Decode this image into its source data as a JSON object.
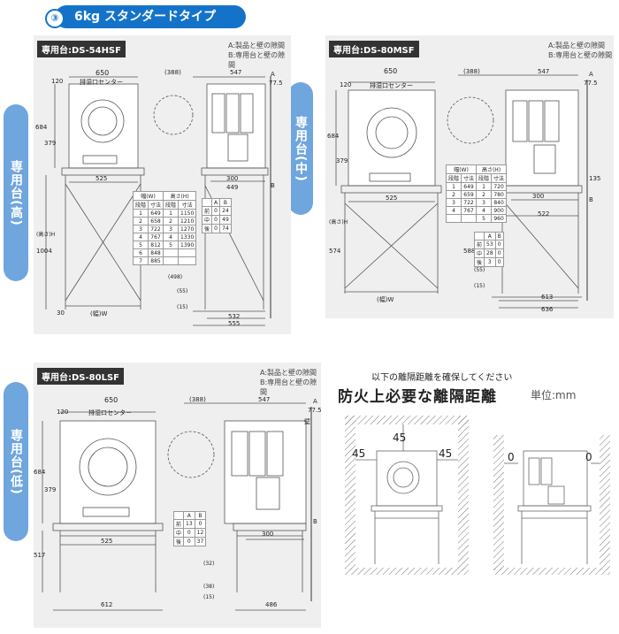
{
  "header": {
    "number": "③",
    "title": "6kg スタンダードタイプ"
  },
  "notes": [
    "A:製品と壁の隙間",
    "B:専用台と壁の隙間"
  ],
  "common": {
    "exhaust_label": "排湿口センター",
    "wall_label": "壁",
    "label_A": "A",
    "label_B": "B",
    "label_H": "(高さ)H",
    "label_W": "(幅)W",
    "dims": {
      "w650": "650",
      "d388": "(388)",
      "d547": "547",
      "d120": "120",
      "d77_5": "77.5",
      "d684": "684",
      "d379": "379",
      "d525": "525",
      "d300": "300",
      "d30": "30"
    }
  },
  "panel1": {
    "model": "専用台:DS-54HSF",
    "side": "専用台(高)",
    "dims": {
      "d1004": "1004",
      "d449": "449",
      "d498": "(498)",
      "d55": "(55)",
      "d15": "(15)",
      "d532": "532",
      "d555": "555"
    },
    "size_table": {
      "headers": [
        "幅(W)",
        "高さ(H)"
      ],
      "sub_headers": [
        "段階",
        "寸法",
        "段階",
        "寸法"
      ],
      "rows": [
        [
          "1",
          "649",
          "1",
          "1150"
        ],
        [
          "2",
          "658",
          "2",
          "1210"
        ],
        [
          "3",
          "722",
          "3",
          "1270"
        ],
        [
          "4",
          "767",
          "4",
          "1330"
        ],
        [
          "5",
          "812",
          "5",
          "1390"
        ],
        [
          "6",
          "848",
          "",
          ""
        ],
        [
          "7",
          "885",
          "",
          ""
        ]
      ]
    },
    "gap_table": {
      "headers": [
        "",
        "A",
        "B"
      ],
      "rows": [
        [
          "前",
          "0",
          "24"
        ],
        [
          "中",
          "0",
          "49"
        ],
        [
          "後",
          "0",
          "74"
        ]
      ]
    }
  },
  "panel2": {
    "model": "専用台:DS-80MSF",
    "side": "専用台(中)",
    "dims": {
      "d588": "588",
      "d574": "574",
      "d522": "522",
      "d135": "135",
      "d55": "(55)",
      "d15": "(15)",
      "d613": "613",
      "d636": "636"
    },
    "size_table": {
      "headers": [
        "幅(W)",
        "高さ(H)"
      ],
      "sub_headers": [
        "段階",
        "寸法",
        "段階",
        "寸法"
      ],
      "rows": [
        [
          "1",
          "649",
          "1",
          "720"
        ],
        [
          "2",
          "659",
          "2",
          "780"
        ],
        [
          "3",
          "722",
          "3",
          "840"
        ],
        [
          "4",
          "767",
          "4",
          "900"
        ],
        [
          "",
          "",
          "5",
          "960"
        ]
      ]
    },
    "gap_table": {
      "headers": [
        "",
        "A",
        "B"
      ],
      "rows": [
        [
          "前",
          "53",
          "0"
        ],
        [
          "中",
          "28",
          "0"
        ],
        [
          "後",
          "3",
          "0"
        ]
      ]
    }
  },
  "panel3": {
    "model": "専用台:DS-80LSF",
    "side": "専用台(低)",
    "dims": {
      "d517": "517",
      "d612": "612",
      "d486": "486",
      "d32": "(32)",
      "d38": "(38)",
      "d15": "(15)"
    },
    "gap_table": {
      "headers": [
        "",
        "A",
        "B"
      ],
      "rows": [
        [
          "前",
          "13",
          "0"
        ],
        [
          "中",
          "0",
          "12"
        ],
        [
          "後",
          "0",
          "37"
        ]
      ]
    }
  },
  "clearance": {
    "caption": "以下の離隔距離を確保してください",
    "title": "防火上必要な離隔距離",
    "unit": "単位:mm",
    "top": "45",
    "left": "45",
    "right": "45",
    "side_left": "0",
    "side_right": "0"
  },
  "colors": {
    "accent": "#1473c9",
    "pill": "#6fa6dd",
    "panel": "#efefef"
  }
}
